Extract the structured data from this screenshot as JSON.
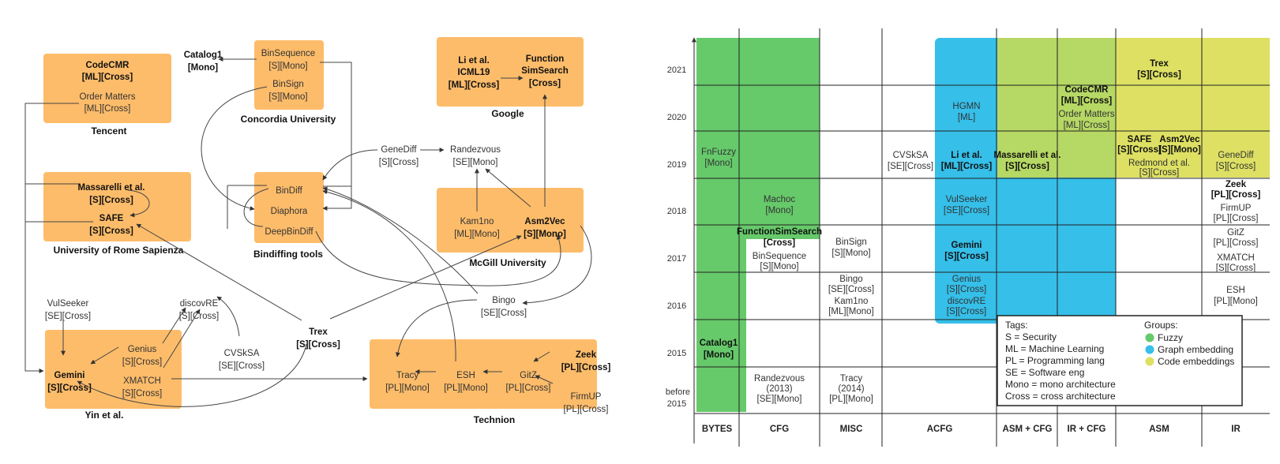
{
  "left": {
    "groups": {
      "tencent": "Tencent",
      "rome": "University of Rome Sapienza",
      "concordia": "Concordia University",
      "google": "Google",
      "bindiffing": "Bindiffing tools",
      "mcgill": "McGill University",
      "yin": "Yin et al.",
      "technion": "Technion"
    },
    "nodes": {
      "codecmr": [
        "CodeCMR",
        "[ML][Cross]"
      ],
      "ordermatters": [
        "Order Matters",
        "[ML][Cross]"
      ],
      "catalog1": [
        "Catalog1",
        "[Mono]"
      ],
      "binsequence": [
        "BinSequence",
        "[S][Mono]"
      ],
      "binsign": [
        "BinSign",
        "[S][Mono]"
      ],
      "lietal": [
        "Li et al.",
        "ICML19",
        "[ML][Cross]"
      ],
      "funcsimsearch": [
        "Function",
        "SimSearch",
        "[Cross]"
      ],
      "massarelli": [
        "Massarelli et al.",
        "[S][Cross]"
      ],
      "safe": [
        "SAFE",
        "[S][Cross]"
      ],
      "genediff": [
        "GeneDiff",
        "[S][Cross]"
      ],
      "randezvous": [
        "Randezvous",
        "[SE][Mono]"
      ],
      "bindiff": [
        "BinDiff"
      ],
      "diaphora": [
        "Diaphora"
      ],
      "deepbindiff": [
        "DeepBinDiff"
      ],
      "kam1no": [
        "Kam1no",
        "[ML][Mono]"
      ],
      "asm2vec": [
        "Asm2Vec",
        "[S][Mono]"
      ],
      "vulseeker": [
        "VulSeeker",
        "[SE][Cross]"
      ],
      "discovre": [
        "discovRE",
        "[S][Cross]"
      ],
      "genius": [
        "Genius",
        "[S][Cross]"
      ],
      "xmatch": [
        "XMATCH",
        "[S][Cross]"
      ],
      "gemini": [
        "Gemini",
        "[S][Cross]"
      ],
      "cvsksa": [
        "CVSkSA",
        "[SE][Cross]"
      ],
      "trex": [
        "Trex",
        "[S][Cross]"
      ],
      "bingo": [
        "Bingo",
        "[SE][Cross]"
      ],
      "tracy": [
        "Tracy",
        "[PL][Mono]"
      ],
      "esh": [
        "ESH",
        "[PL][Mono]"
      ],
      "gitz": [
        "GitZ",
        "[PL][Cross]"
      ],
      "zeek": [
        "Zeek",
        "[PL][Cross]"
      ],
      "firmup": [
        "FirmUP",
        "[PL][Cross]"
      ]
    }
  },
  "right": {
    "rows": [
      "2021",
      "2020",
      "2019",
      "2018",
      "2017",
      "2016",
      "2015",
      "before 2015"
    ],
    "columns": [
      "BYTES",
      "CFG",
      "MISC",
      "ACFG",
      "ASM + CFG",
      "IR + CFG",
      "ASM",
      "IR"
    ],
    "cells": {
      "trex": [
        "Trex",
        "[S][Cross]"
      ],
      "hgmn": [
        "HGMN",
        "[ML]"
      ],
      "codecmr": [
        "CodeCMR",
        "[ML][Cross]"
      ],
      "ordermatters": [
        "Order Matters",
        "[ML][Cross]"
      ],
      "fnfuzzy": [
        "FnFuzzy",
        "[Mono]"
      ],
      "cvsksa": [
        "CVSkSA",
        "[SE][Cross]"
      ],
      "lietal": [
        "Li et al.",
        "[ML][Cross]"
      ],
      "massarelli": [
        "Massarelli et al.",
        "[S][Cross]"
      ],
      "safe": [
        "SAFE",
        "[S][Cross]"
      ],
      "asm2vec": [
        "Asm2Vec",
        "[S][Mono]"
      ],
      "redmond": [
        "Redmond et al.",
        "[S][Cross]"
      ],
      "genediff": [
        "GeneDiff",
        "[S][Cross]"
      ],
      "machoc": [
        "Machoc",
        "[Mono]"
      ],
      "vulseeker": [
        "VulSeeker",
        "[SE][Cross]"
      ],
      "zeek": [
        "Zeek",
        "[PL][Cross]"
      ],
      "firmup": [
        "FirmUP",
        "[PL][Cross]"
      ],
      "funcsimsearch": [
        "FunctionSimSearch",
        "[Cross]"
      ],
      "binsequence": [
        "BinSequence",
        "[S][Mono]"
      ],
      "binsign": [
        "BinSign",
        "[S][Mono]"
      ],
      "gemini": [
        "Gemini",
        "[S][Cross]"
      ],
      "gitz": [
        "GitZ",
        "[PL][Cross]"
      ],
      "xmatch": [
        "XMATCH",
        "[S][Cross]"
      ],
      "bingo": [
        "Bingo",
        "[SE][Cross]"
      ],
      "kam1no": [
        "Kam1no",
        "[ML][Mono]"
      ],
      "genius": [
        "Genius",
        "[S][Cross]"
      ],
      "discovre": [
        "discovRE",
        "[S][Cross]"
      ],
      "esh": [
        "ESH",
        "[PL][Mono]"
      ],
      "catalog1": [
        "Catalog1",
        "[Mono]"
      ],
      "randezvous": [
        "Randezvous",
        "(2013)",
        "[SE][Mono]"
      ],
      "tracy": [
        "Tracy",
        "(2014)",
        "[PL][Mono]"
      ]
    },
    "legend": {
      "tags_title": "Tags:",
      "tags": [
        "S = Security",
        "ML = Machine Learning",
        "PL = Programming lang",
        "SE = Software eng",
        "Mono = mono architecture",
        "Cross = cross architecture"
      ],
      "groups_title": "Groups:",
      "groups": [
        {
          "name": "Fuzzy",
          "color": "#66c96a"
        },
        {
          "name": "Graph embedding",
          "color": "#35bfe9"
        },
        {
          "name": "Code embeddings",
          "color": "#dde063"
        }
      ]
    }
  },
  "colors": {
    "org_box": "#fdbc6a",
    "fuzzy": "#66c96a",
    "graph": "#35bfe9",
    "code": "#dde063",
    "overlap": "#b6d864"
  }
}
